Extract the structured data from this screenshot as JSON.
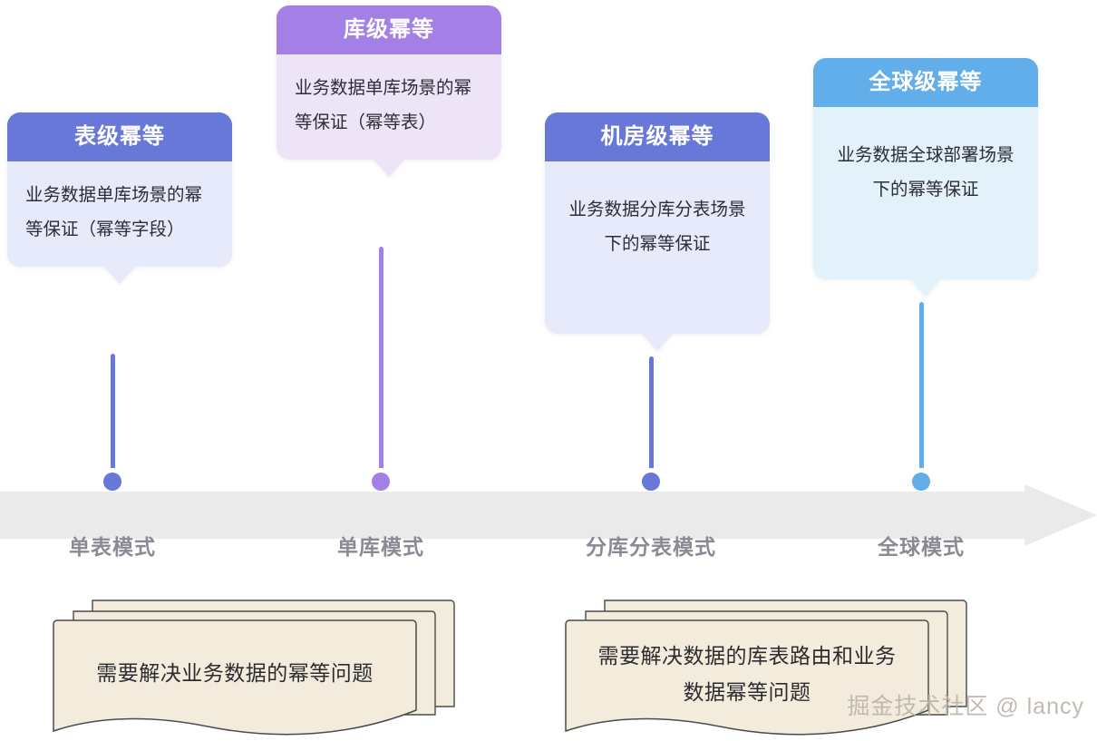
{
  "theme": {
    "background": "#ffffff",
    "timeline_bar": "#eaeaea",
    "label_color": "#8a8a95",
    "note_fill": "#f3ecdd",
    "note_stroke": "#4a4a4a",
    "watermark_color": "#b9b2a6"
  },
  "cards": [
    {
      "title": "表级幂等",
      "body": "业务数据单库场景的幂等保证（幂等字段）",
      "header_color": "#6878d8",
      "body_color": "#e6eafa",
      "accent": "#6878d8",
      "align": "left"
    },
    {
      "title": "库级幂等",
      "body": "业务数据单库场景的幂等保证（幂等表）",
      "header_color": "#a47fe6",
      "body_color": "#eee4f8",
      "accent": "#a47fe6",
      "align": "left"
    },
    {
      "title": "机房级幂等",
      "body": "业务数据分库分表场景下的幂等保证",
      "header_color": "#6878d8",
      "body_color": "#e6eafa",
      "accent": "#6878d8",
      "align": "center"
    },
    {
      "title": "全球级幂等",
      "body": "业务数据全球部署场景下的幂等保证",
      "header_color": "#62aeea",
      "body_color": "#e3f1fb",
      "accent": "#62aeea",
      "align": "center"
    }
  ],
  "timeline": {
    "labels": [
      "单表模式",
      "单库模式",
      "分库分表模式",
      "全球模式"
    ],
    "dot_colors": [
      "#6878d8",
      "#a47fe6",
      "#6878d8",
      "#62aeea"
    ]
  },
  "notes": [
    {
      "text_line1": "需要解决业务数据的幂等问题",
      "text_line2": ""
    },
    {
      "text_line1": "需要解决数据的库表路由和业务",
      "text_line2": "数据幂等问题"
    }
  ],
  "watermark": "掘金技术社区 @ lancy"
}
